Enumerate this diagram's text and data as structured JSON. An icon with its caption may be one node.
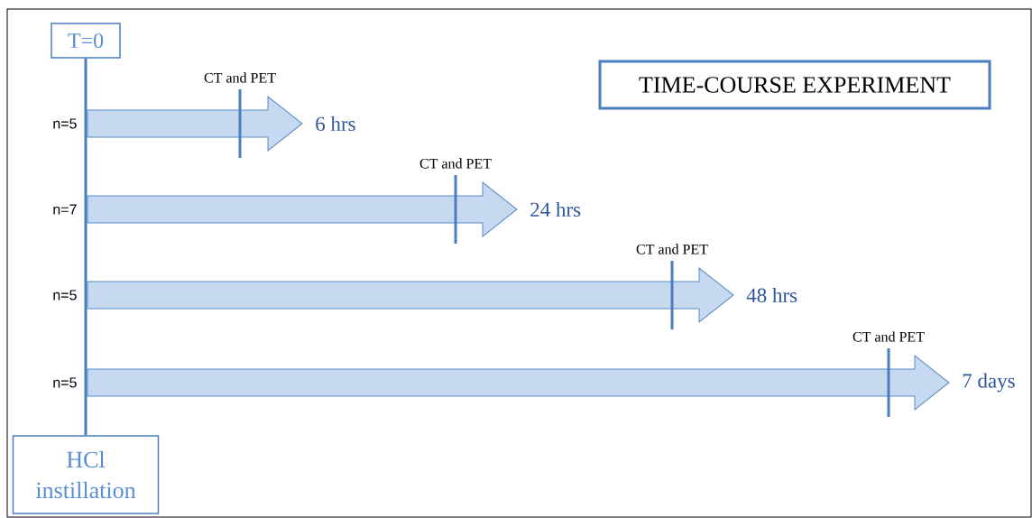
{
  "diagram": {
    "nodes": [
      {
        "text": [
          "T=0"
        ]
      },
      {
        "text": [
          "TIME-COURSE EXPERIMENT"
        ]
      },
      {
        "text": [
          "6 hrs"
        ]
      },
      {
        "text": [
          "24 hrs"
        ]
      },
      {
        "text": [
          "48 hrs"
        ]
      },
      {
        "text": [
          "7 days"
        ]
      },
      {
        "text": [
          "HCl instillation"
        ]
      }
    ],
    "edges": [
      {
        "from": 0,
        "to": 6,
        "arrow": "none"
      },
      {
        "from": null,
        "to": 2,
        "arrow": "to"
      },
      {
        "from": null,
        "to": 3,
        "arrow": "to"
      },
      {
        "from": null,
        "to": 4,
        "arrow": "to"
      },
      {
        "from": null,
        "to": 5,
        "arrow": "to"
      }
    ],
    "labels": [
      "CT and PET",
      "n=5",
      "CT and PET",
      "n=7",
      "CT and PET",
      "n=5",
      "CT and PET",
      "n=5"
    ]
  }
}
